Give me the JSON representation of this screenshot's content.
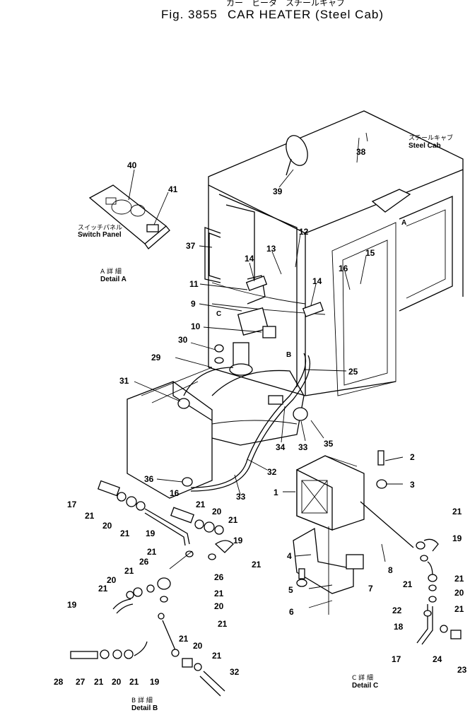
{
  "header": {
    "jp_title": "カー　ヒータ　スチールキャブ",
    "fig_label": "Fig. 3855",
    "title": "CAR HEATER (Steel Cab)"
  },
  "captions": {
    "steel_cab_jp": "スチールキャブ",
    "steel_cab_en": "Steel Cab",
    "switch_panel_jp": "スイッチパネル",
    "switch_panel_en": "Switch Panel",
    "detail_a_jp": "A 詳 細",
    "detail_a_en": "Detail A",
    "detail_b_jp": "B 詳 細",
    "detail_b_en": "Detail B",
    "detail_c_jp": "C 詳 細",
    "detail_c_en": "Detail C",
    "ref_a": "A",
    "ref_b": "B",
    "ref_c": "C"
  },
  "part_numbers": {
    "p1": "1",
    "p2": "2",
    "p3": "3",
    "p4": "4",
    "p5": "5",
    "p6": "6",
    "p7": "7",
    "p8": "8",
    "p9": "9",
    "p10": "10",
    "p11": "11",
    "p12": "12",
    "p13": "13",
    "p14a": "14",
    "p14b": "14",
    "p15": "15",
    "p16a": "16",
    "p16b": "16",
    "p17a": "17",
    "p17b": "17",
    "p18": "18",
    "p19a": "19",
    "p19b": "19",
    "p19c": "19",
    "p19d": "19",
    "p19e": "19",
    "p20a": "20",
    "p20b": "20",
    "p20c": "20",
    "p20d": "20",
    "p20e": "20",
    "p20f": "20",
    "p20g": "20",
    "p21a": "21",
    "p21b": "21",
    "p21c": "21",
    "p21d": "21",
    "p21e": "21",
    "p21f": "21",
    "p21g": "21",
    "p21h": "21",
    "p21i": "21",
    "p21j": "21",
    "p21k": "21",
    "p21l": "21",
    "p21m": "21",
    "p21n": "21",
    "p21o": "21",
    "p21p": "21",
    "p21q": "21",
    "p22": "22",
    "p23": "23",
    "p24": "24",
    "p25": "25",
    "p26a": "26",
    "p26b": "26",
    "p27": "27",
    "p28": "28",
    "p29": "29",
    "p30": "30",
    "p31": "31",
    "p32a": "32",
    "p32b": "32",
    "p33a": "33",
    "p33b": "33",
    "p34": "34",
    "p35": "35",
    "p36": "36",
    "p37": "37",
    "p38": "38",
    "p39": "39",
    "p40": "40",
    "p41": "41"
  }
}
